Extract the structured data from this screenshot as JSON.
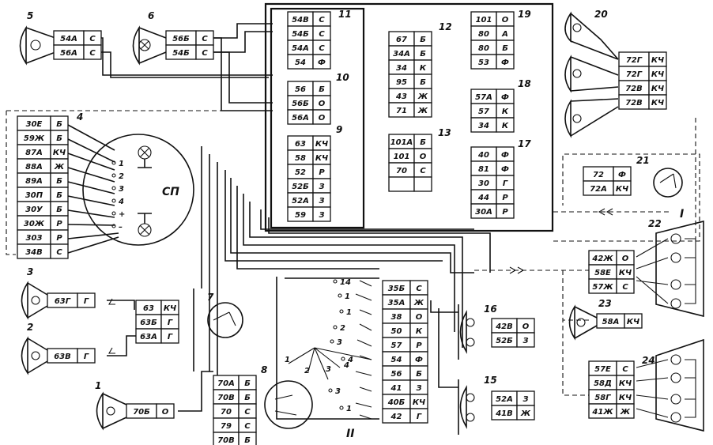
{
  "lamp_labels": {
    "n1": "1",
    "n2": "2",
    "n3": "3",
    "n5": "5",
    "n6": "6",
    "n20": "20",
    "n23": "23"
  },
  "block_labels": {
    "n4": "4",
    "n7": "7",
    "n8": "8",
    "n9": "9",
    "n10": "10",
    "n11": "11",
    "n12": "12",
    "n13": "13",
    "n14": "14",
    "n15": "15",
    "n16": "16",
    "n17": "17",
    "n18": "18",
    "n19": "19",
    "n21": "21",
    "n22": "22",
    "n24": "24"
  },
  "roman": {
    "r1": "I",
    "r2": "II"
  },
  "sp_label": "СП",
  "connectors": {
    "c5": [
      [
        "54А",
        "С"
      ],
      [
        "56А",
        "С"
      ]
    ],
    "c6": [
      [
        "56Б",
        "С"
      ],
      [
        "54Б",
        "С"
      ]
    ],
    "c11": [
      [
        "54В",
        "С"
      ],
      [
        "54Б",
        "С"
      ],
      [
        "54А",
        "С"
      ],
      [
        "54",
        "Ф"
      ]
    ],
    "c10": [
      [
        "56",
        "Б"
      ],
      [
        "56Б",
        "О"
      ],
      [
        "56А",
        "О"
      ]
    ],
    "c9": [
      [
        "63",
        "КЧ"
      ],
      [
        "58",
        "КЧ"
      ],
      [
        "52",
        "Р"
      ],
      [
        "52Б",
        "З"
      ],
      [
        "52А",
        "З"
      ],
      [
        "59",
        "З"
      ]
    ],
    "c12": [
      [
        "67",
        "Б"
      ],
      [
        "34А",
        "Б"
      ],
      [
        "34",
        "К"
      ],
      [
        "95",
        "Б"
      ],
      [
        "43",
        "Ж"
      ],
      [
        "71",
        "Ж"
      ]
    ],
    "c13": [
      [
        "101А",
        "Б"
      ],
      [
        "101",
        "О"
      ],
      [
        "70",
        "С"
      ],
      [
        "",
        ""
      ]
    ],
    "c19": [
      [
        "101",
        "О"
      ],
      [
        "80",
        "А"
      ],
      [
        "80",
        "Б"
      ],
      [
        "53",
        "Ф"
      ]
    ],
    "c18": [
      [
        "57А",
        "Ф"
      ],
      [
        "57",
        "К"
      ],
      [
        "34",
        "К"
      ]
    ],
    "c17": [
      [
        "40",
        "Ф"
      ],
      [
        "81",
        "Ф"
      ],
      [
        "30",
        "Г"
      ],
      [
        "44",
        "Р"
      ],
      [
        "30А",
        "Р"
      ]
    ],
    "c20": [
      [
        "72Г",
        "КЧ"
      ],
      [
        "72Г",
        "КЧ"
      ],
      [
        "72В",
        "КЧ"
      ],
      [
        "72В",
        "КЧ"
      ]
    ],
    "c21": [
      [
        "72",
        "Ф"
      ],
      [
        "72А",
        "КЧ"
      ]
    ],
    "c4": [
      [
        "30Е",
        "Б"
      ],
      [
        "59Ж",
        "Б"
      ],
      [
        "87А",
        "КЧ"
      ],
      [
        "88А",
        "Ж"
      ],
      [
        "89А",
        "Б"
      ],
      [
        "30П",
        "Б"
      ],
      [
        "30У",
        "Б"
      ],
      [
        "30Ж",
        "Р"
      ],
      [
        "30З",
        "Р"
      ],
      [
        "34В",
        "С"
      ]
    ],
    "c22": [
      [
        "42Ж",
        "О"
      ],
      [
        "58Е",
        "КЧ"
      ],
      [
        "57Ж",
        "С"
      ]
    ],
    "c23": [
      [
        "58А",
        "КЧ"
      ]
    ],
    "c24": [
      [
        "57Е",
        "С"
      ],
      [
        "58Д",
        "КЧ"
      ],
      [
        "58Г",
        "КЧ"
      ],
      [
        "41Ж",
        "Ж"
      ]
    ],
    "c3": [
      [
        "63Г",
        "Г"
      ]
    ],
    "c2": [
      [
        "63В",
        "Г"
      ]
    ],
    "c7": [
      [
        "63",
        "КЧ"
      ],
      [
        "63Б",
        "Г"
      ],
      [
        "63А",
        "Г"
      ]
    ],
    "c1": [
      [
        "70Б",
        "О"
      ]
    ],
    "c8": [
      [
        "70А",
        "Б"
      ],
      [
        "70В",
        "Б"
      ],
      [
        "70",
        "С"
      ],
      [
        "79",
        "С"
      ],
      [
        "70В",
        "Б"
      ]
    ],
    "c14": [
      [
        "35Б",
        "С"
      ],
      [
        "35А",
        "Ж"
      ],
      [
        "38",
        "О"
      ],
      [
        "50",
        "К"
      ],
      [
        "57",
        "Р"
      ],
      [
        "54",
        "Ф"
      ],
      [
        "56",
        "Б"
      ],
      [
        "41",
        "З"
      ],
      [
        "40Б",
        "КЧ"
      ],
      [
        "42",
        "Г"
      ]
    ],
    "c16": [
      [
        "42В",
        "О"
      ],
      [
        "52Б",
        "З"
      ]
    ],
    "c15": [
      [
        "52А",
        "З"
      ],
      [
        "41В",
        "Ж"
      ]
    ]
  },
  "switch_sp_terms": [
    "1",
    "2",
    "3",
    "4",
    "+",
    "–"
  ],
  "switch_ii_terms": [
    "14",
    "1",
    "1",
    "2",
    "3",
    "4",
    "3",
    "1"
  ],
  "switch_ii_sub": [
    "1",
    "2",
    "3",
    "4"
  ]
}
